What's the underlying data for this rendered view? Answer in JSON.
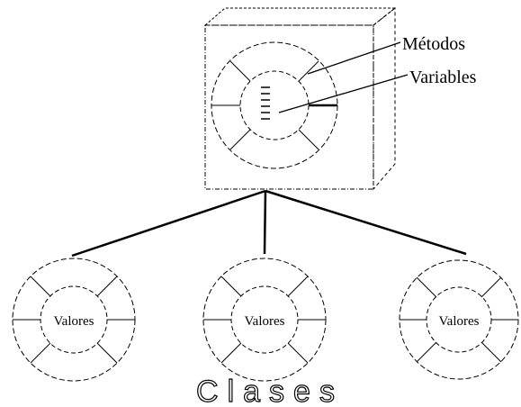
{
  "diagram": {
    "class_labels": {
      "methods": "Métodos",
      "variables": "Variables"
    },
    "instances": [
      {
        "label": "Valores"
      },
      {
        "label": "Valores"
      },
      {
        "label": "Valores"
      }
    ],
    "title": "Clases"
  }
}
